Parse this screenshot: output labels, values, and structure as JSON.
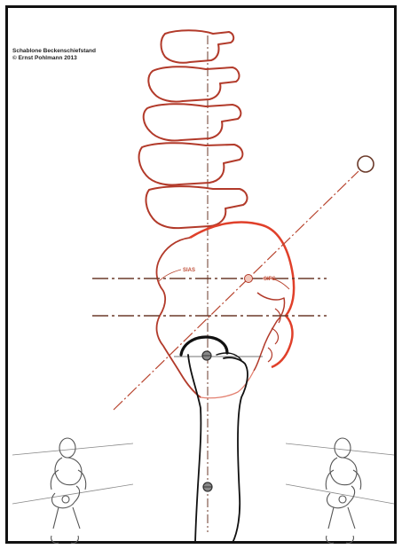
{
  "template": {
    "title": "Schablone Beckenschiefstand",
    "copyright": "© Ernst Pohlmann 2013"
  },
  "labels": {
    "sias": "SIAS",
    "sips": "SIPS"
  },
  "colors": {
    "bone_outline": "#b23a2a",
    "bone_accent": "#e0402a",
    "femur": "#111111",
    "reference_lines": "#6b3a2a",
    "pendulum": "#b8452f",
    "frame": "#111111"
  }
}
